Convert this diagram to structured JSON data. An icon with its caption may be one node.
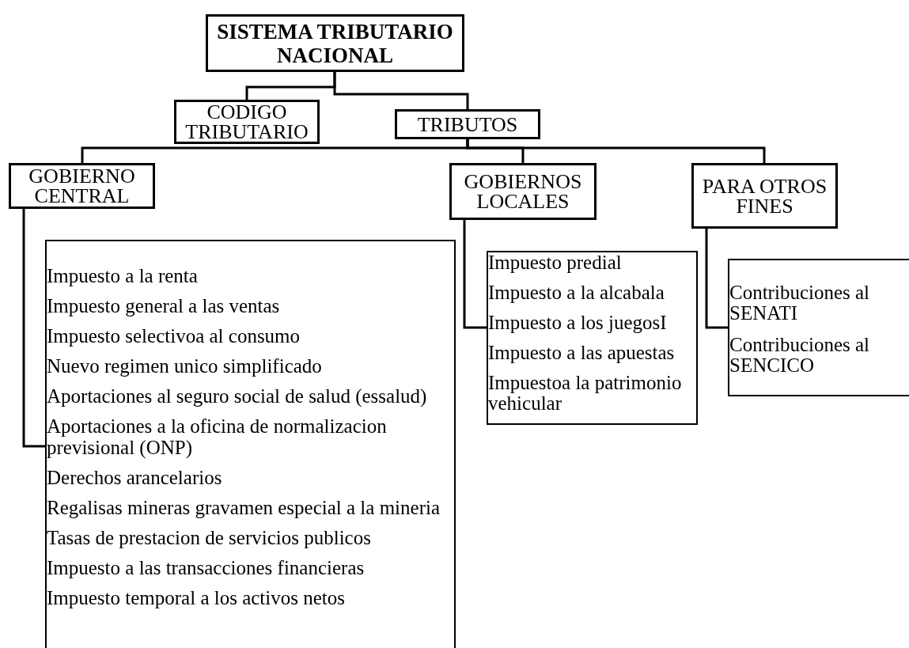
{
  "diagram": {
    "nodes": [
      {
        "text": [
          "SISTEMA TRIBUTARIO NACIONAL"
        ]
      },
      {
        "text": [
          "CODIGO TRIBUTARIO"
        ]
      },
      {
        "text": [
          "TRIBUTOS"
        ]
      },
      {
        "text": [
          "GOBIERNO CENTRAL"
        ]
      },
      {
        "text": [
          "GOBIERNOS LOCALES"
        ]
      },
      {
        "text": [
          "PARA OTROS FINES"
        ]
      },
      {
        "text": [
          "Impuesto a la renta",
          "Impuesto general a las ventas",
          "Impuesto selectivoa al consumo",
          "Nuevo regimen unico simplificado",
          "Aportaciones al seguro social de salud (essalud)",
          "Aportaciones a la oficina de normalizacion previsional (ONP)",
          "Derechos arancelarios",
          "Regalisas mineras gravamen especial a la mineria",
          "Tasas de prestacion de servicios publicos",
          "Impuesto a las transacciones financieras",
          "Impuesto temporal a los activos netos"
        ]
      },
      {
        "text": [
          "Impuesto predial",
          "Impuesto a la alcabala",
          "Impuesto a los juegosI",
          "Impuesto a las apuestas",
          "Impuestoa la patrimonio vehicular"
        ]
      },
      {
        "text": [
          "Contribuciones al SENATI",
          "Contribuciones al SENCICO"
        ]
      }
    ],
    "edges": [
      {
        "from": 0,
        "to": 1,
        "arrow": "none"
      },
      {
        "from": 0,
        "to": 2,
        "arrow": "none"
      },
      {
        "from": 2,
        "to": 3,
        "arrow": "none"
      },
      {
        "from": 2,
        "to": 4,
        "arrow": "none"
      },
      {
        "from": 2,
        "to": 5,
        "arrow": "none"
      },
      {
        "from": 3,
        "to": 6,
        "arrow": "none"
      },
      {
        "from": 4,
        "to": 7,
        "arrow": "none"
      },
      {
        "from": 5,
        "to": 8,
        "arrow": "none"
      }
    ]
  }
}
